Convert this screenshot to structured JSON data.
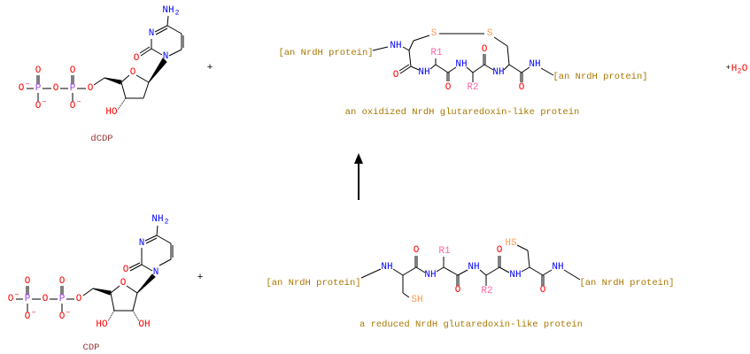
{
  "reactants": {
    "dcdp": {
      "name": "dCDP"
    },
    "cdp": {
      "name": "CDP"
    },
    "reduced_protein": {
      "name": "a reduced NrdH glutaredoxin-like protein",
      "terminus": "[an NrdH protein]"
    }
  },
  "products": {
    "oxidized_protein": {
      "name": "an oxidized NrdH glutaredoxin-like protein",
      "terminus": "[an NrdH protein]"
    },
    "water": {
      "prefix": "+",
      "label": "H",
      "sub": "2",
      "suffix": "O"
    }
  },
  "plus": "+",
  "atoms": {
    "O": "O",
    "P": "P",
    "N": "N",
    "NH": "NH",
    "N2": "NH",
    "two": "2",
    "HO": "HO",
    "OH": "OH",
    "S": "S",
    "SH": "SH",
    "HS": "HS",
    "R1": "R1",
    "R2": "R2",
    "minus": "−"
  },
  "colors": {
    "nitrogen": "#0000ff",
    "oxygen": "#ff0000",
    "phosphorus": "#a040f0",
    "sulfur": "#ff9955",
    "r_group": "#ff66aa",
    "protein": "#aa7700",
    "compound_name": "#993333"
  }
}
